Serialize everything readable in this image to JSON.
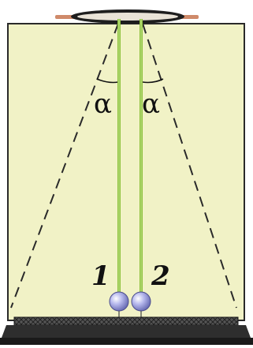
{
  "labels": {
    "angle_left": "α",
    "angle_right": "α",
    "ball_left": "1",
    "ball_right": "2"
  },
  "colors": {
    "screen_fill": "#f1f2c6",
    "screen_border": "#2a2a2a",
    "thread": "#8fc23e",
    "ball": "#a6a8e4",
    "rod": "#cf8a6a",
    "base": "#3b3b3b",
    "dashed": "#2a2a2a"
  },
  "icons": {
    "top_holder": "ring-holder-icon",
    "ball": "sphere-icon",
    "stand": "stand-base-icon"
  }
}
